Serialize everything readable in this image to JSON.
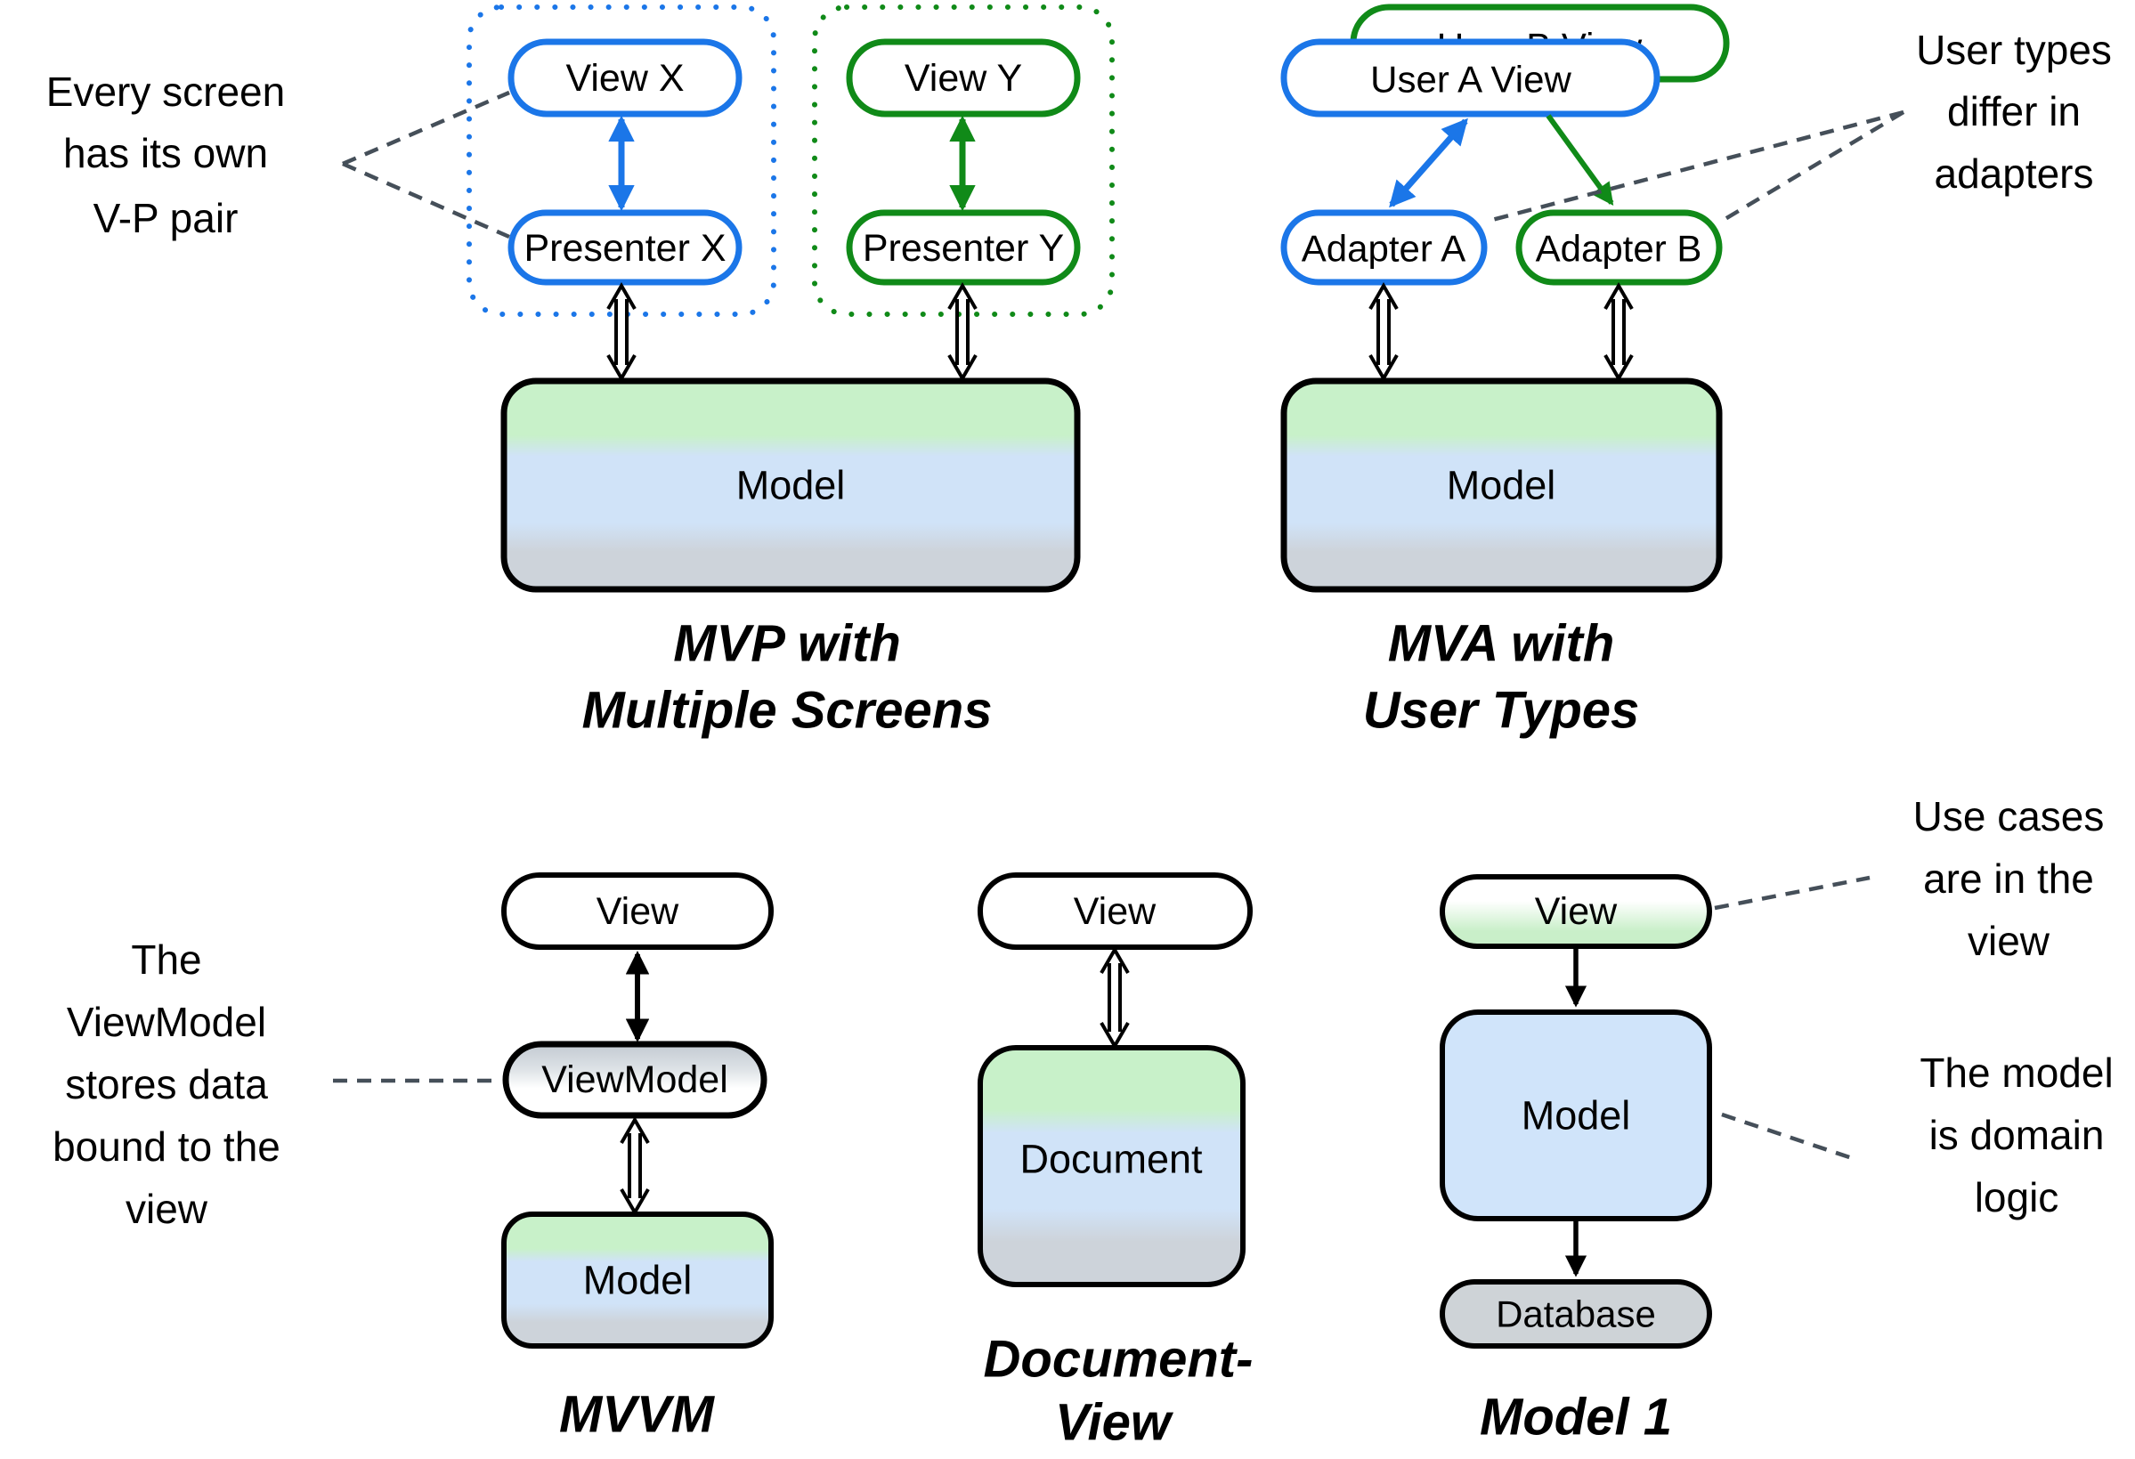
{
  "colors": {
    "blue_accent": "#1b76e8",
    "green_accent": "#108a18",
    "annotation_dash": "#454f59",
    "model_gradient_green": "#c8f1c9",
    "model_gradient_blue": "#d0e3f8",
    "model_gradient_gray": "#cdd3da",
    "viewmodel_gray": "#c3cad2",
    "view_green": "#c9efc9",
    "model1_blue": "#d0e4fa",
    "database_gray": "#ced3d7",
    "node_border": "#000000",
    "background": "#ffffff"
  },
  "diagrams": {
    "mvp": {
      "view_x": "View X",
      "presenter_x": "Presenter X",
      "view_y": "View Y",
      "presenter_y": "Presenter Y",
      "model": "Model",
      "title_line1": "MVP with",
      "title_line2": "Multiple Screens"
    },
    "mva": {
      "user_b_view": "User B View",
      "user_a_view": "User A View",
      "adapter_a": "Adapter A",
      "adapter_b": "Adapter B",
      "model": "Model",
      "title_line1": "MVA with",
      "title_line2": "User Types"
    },
    "mvvm": {
      "view": "View",
      "viewmodel": "ViewModel",
      "model": "Model",
      "title": "MVVM"
    },
    "document_view": {
      "view": "View",
      "document": "Document",
      "title_line1": "Document-",
      "title_line2": "View"
    },
    "model1": {
      "view": "View",
      "model": "Model",
      "database": "Database",
      "title": "Model 1"
    }
  },
  "annotations": {
    "vp_pair": {
      "lines": [
        "Every screen",
        "has its own",
        "V-P pair"
      ]
    },
    "user_types": {
      "lines": [
        "User types",
        "differ in",
        "adapters"
      ]
    },
    "viewmodel_note": {
      "lines": [
        "The",
        "ViewModel",
        "stores data",
        "bound to the",
        "view"
      ]
    },
    "use_cases": {
      "lines": [
        "Use cases",
        "are in the",
        "view"
      ]
    },
    "domain_logic": {
      "lines": [
        "The model",
        "is domain",
        "logic"
      ]
    }
  }
}
